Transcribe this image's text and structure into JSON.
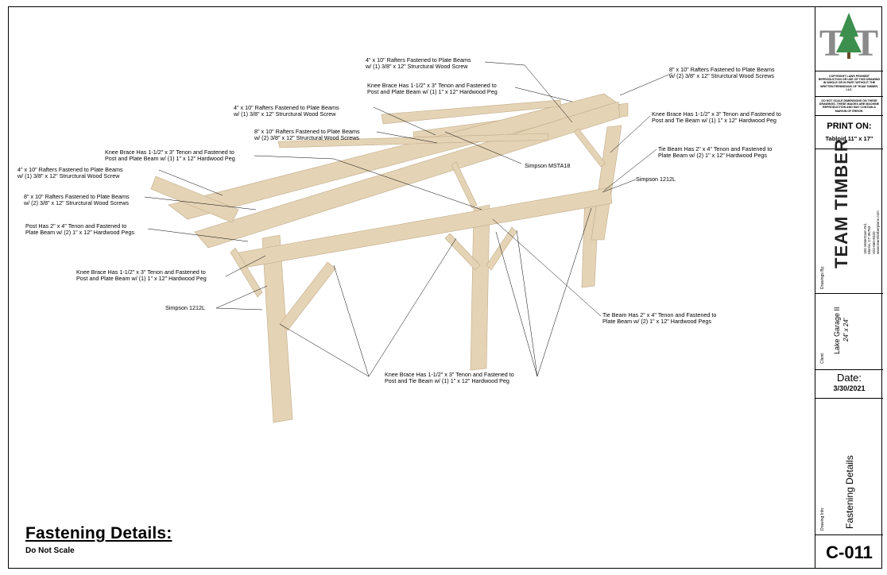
{
  "drawing": {
    "callouts": [
      "4\" x 10\" Rafters Fastened to Plate Beams\nw/ (1) 3/8\" x 12\" Strurctural Wood Screw",
      "Knee Brace Has 1-1/2\" x 3\" Tenon and Fastened to\nPost and Plate Beam w/ (1) 1\" x 12\" Hardwood Peg",
      "8\" x 10\" Rafters Fastened to Plate Beams\nw/ (2) 3/8\" x 12\" Strurctural Wood Screws",
      "Knee Brace Has 1-1/2\" x 3\" Tenon and Fastened to\nPost and Tie Beam w/ (1) 1\" x 12\" Hardwood Peg",
      "4\" x 10\" Rafters Fastened to Plate Beams\nw/ (1) 3/8\" x 12\" Strurctural Wood Screw",
      "8\" x 10\" Rafters Fastened to Plate Beams\nw/ (2) 3/8\" x 12\" Strurctural Wood Screws",
      "Tie Beam Has 2\" x 4\" Tenon and Fastened to\nPlate Beam w/ (2) 1\" x 12\" Hardwood Pegs",
      "Knee Brace Has 1-1/2\" x 3\" Tenon and Fastened to\nPost and Plate Beam w/ (1) 1\" x 12\" Hardwood Peg",
      "Simpson MSTA18",
      "4\" x 10\" Rafters Fastened to Plate Beams\nw/ (1) 3/8\" x 12\" Strurctural Wood Screw",
      "Simpson 1212L",
      "8\" x 10\" Rafters Fastened to Plate Beams\nw/ (2) 3/8\" x 12\" Strurctural Wood Screws",
      "Post Has 2\" x 4\" Tenon and Fastened to\nPlate Beam w/ (2) 1\" x 12\" Hardwood Pegs",
      "Knee Brace Has 1-1/2\" x 3\" Tenon and Fastened to\nPost and Plate Beam w/ (1) 1\" x 12\" Hardwood Peg",
      "Simpson 1212L",
      "Tie Beam Has 2\" x 4\" Tenon and Fastened to\nPlate Beam w/ (2) 1\" x 12\" Hardwood Pegs",
      "Knee Brace Has 1-1/2\" x 3\" Tenon and Fastened to\nPost and Tie Beam w/ (1) 1\" x 12\" Hardwood Peg"
    ],
    "title": "Fastening Details:",
    "subtitle": "Do Not Scale"
  },
  "title_block": {
    "logo_text": "TAT",
    "copyright": "COPYRIGHT LAWS PROHIBIT REPRODUCTION OR USE OF THIS DRAWING IN WHOLE OR IN PART WITHOUT THE WRITTEN PERMISSION OF TEAM TIMBER, LLC.",
    "scale_note": "DO NOT SCALE DIMENSIONS ON THESE DRAWINGS. THESE IMAGES ARE MACHINE REPRODUCTION AND MAY CONTAIN A MARGIN OF ERROR.",
    "print_on_label": "PRINT ON:",
    "print_on_value": "Tabloid 11\" x 17\"",
    "drawing_by_label": "Drawings By:",
    "company": "TEAM TIMBER",
    "address": "160 Watertown Rd.\nMorris, CT 06763\n203-560-8320\nwww.teamtimberplans.com",
    "client_label": "Client:",
    "client_name": "Lake Garage II",
    "client_size": "24' x 24'",
    "date_label": "Date:",
    "date_value": "3/30/2021",
    "drawing_info_label": "Drawing Info:",
    "drawing_info_value": "Fastening Details",
    "sheet_number": "C-011"
  },
  "colors": {
    "timber": "#e2cfb0",
    "timber_dark": "#c9b08a",
    "line": "#000000",
    "logo": "#7a7a7a"
  }
}
